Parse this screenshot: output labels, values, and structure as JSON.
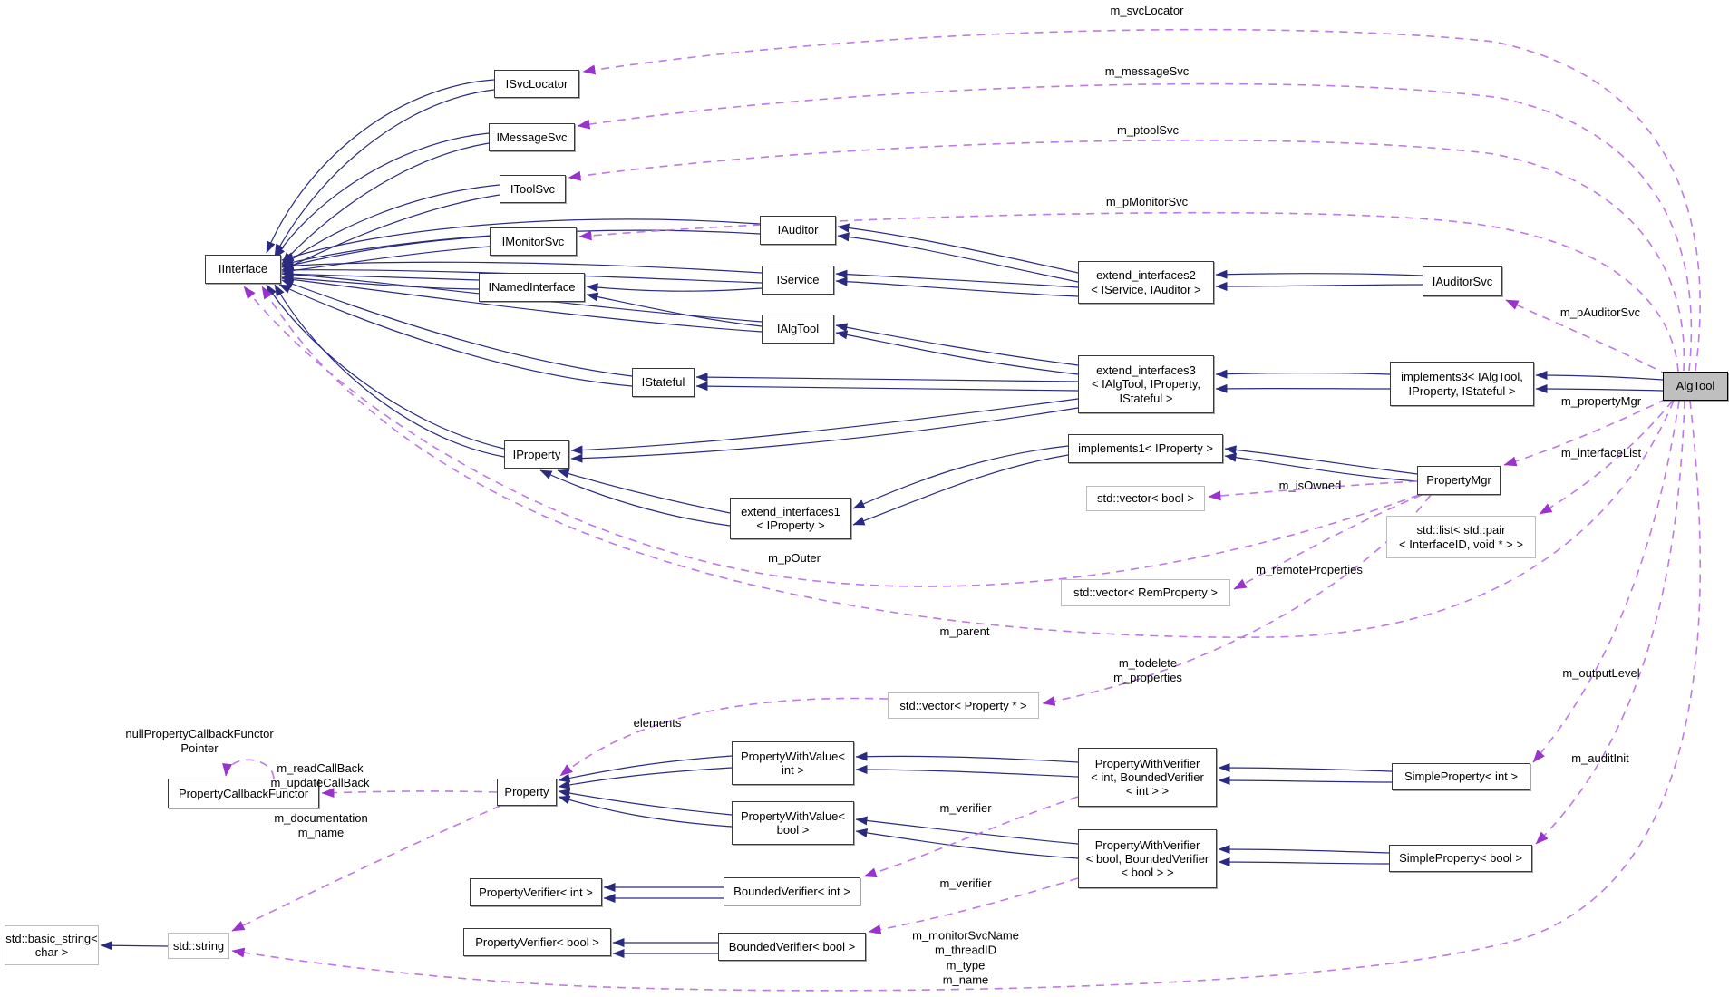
{
  "colors": {
    "inheritance_edge": "#2a2a80",
    "usage_edge_line": "#bd7ae6",
    "usage_edge_arrow": "#9a32cd",
    "focus_node_fill": "#bfbfbf",
    "node_border": "#3a3a3a",
    "external_node_border": "#bcbcbc",
    "background": "#ffffff"
  },
  "nodes": [
    {
      "label": "IInterface"
    },
    {
      "label": "ISvcLocator"
    },
    {
      "label": "IMessageSvc"
    },
    {
      "label": "IToolSvc"
    },
    {
      "label": "IMonitorSvc"
    },
    {
      "label": "INamedInterface"
    },
    {
      "label": "IAuditor"
    },
    {
      "label": "IService"
    },
    {
      "label": "IAlgTool"
    },
    {
      "label": "IStateful"
    },
    {
      "label": "IProperty"
    },
    {
      "label": "extend_interfaces2\n< IService, IAuditor >"
    },
    {
      "label": "extend_interfaces3\n< IAlgTool, IProperty,\nIStateful >"
    },
    {
      "label": "extend_interfaces1\n< IProperty >"
    },
    {
      "label": "implements1< IProperty >"
    },
    {
      "label": "std::vector< bool >"
    },
    {
      "label": "IAuditorSvc"
    },
    {
      "label": "implements3< IAlgTool,\nIProperty, IStateful >"
    },
    {
      "label": "AlgTool"
    },
    {
      "label": "PropertyMgr"
    },
    {
      "label": "std::list< std::pair\n< InterfaceID, void * > >"
    },
    {
      "label": "std::vector< RemProperty >"
    },
    {
      "label": "std::vector< Property * >"
    },
    {
      "label": "Property"
    },
    {
      "label": "PropertyWithValue<\nint >"
    },
    {
      "label": "PropertyWithValue<\nbool >"
    },
    {
      "label": "PropertyWithVerifier\n< int, BoundedVerifier\n< int > >"
    },
    {
      "label": "PropertyWithVerifier\n< bool, BoundedVerifier\n< bool > >"
    },
    {
      "label": "SimpleProperty< int >"
    },
    {
      "label": "SimpleProperty< bool >"
    },
    {
      "label": "PropertyVerifier< int >"
    },
    {
      "label": "PropertyVerifier< bool >"
    },
    {
      "label": "BoundedVerifier< int >"
    },
    {
      "label": "BoundedVerifier< bool >"
    },
    {
      "label": "PropertyCallbackFunctor"
    },
    {
      "label": "std::string"
    },
    {
      "label": "std::basic_string<\nchar >"
    }
  ],
  "edge_labels": [
    {
      "text": "m_svcLocator"
    },
    {
      "text": "m_messageSvc"
    },
    {
      "text": "m_ptoolSvc"
    },
    {
      "text": "m_pMonitorSvc"
    },
    {
      "text": "m_pAuditorSvc"
    },
    {
      "text": "m_propertyMgr"
    },
    {
      "text": "m_interfaceList"
    },
    {
      "text": "m_isOwned"
    },
    {
      "text": "m_remoteProperties"
    },
    {
      "text": "m_todelete\nm_properties"
    },
    {
      "text": "m_parent"
    },
    {
      "text": "m_pOuter"
    },
    {
      "text": "m_outputLevel"
    },
    {
      "text": "m_auditInit"
    },
    {
      "text": "elements"
    },
    {
      "text": "m_verifier"
    },
    {
      "text": "m_verifier"
    },
    {
      "text": "m_readCallBack\nm_updateCallBack"
    },
    {
      "text": "m_documentation\nm_name"
    },
    {
      "text": "nullPropertyCallbackFunctor\nPointer"
    },
    {
      "text": "m_monitorSvcName\nm_threadID\nm_type\nm_name"
    }
  ]
}
